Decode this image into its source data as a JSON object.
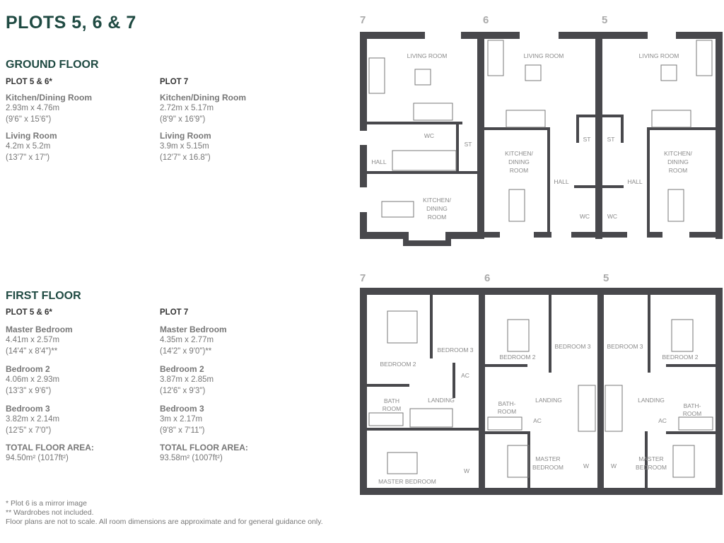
{
  "title": "PLOTS 5, 6 & 7",
  "ground_floor": {
    "heading": "GROUND FLOOR",
    "plots": [
      {
        "name": "PLOT 5 & 6*",
        "rooms": [
          {
            "name": "Kitchen/Dining Room",
            "metric": "2.93m x 4.76m",
            "imperial": "(9'6\" x 15'6\")"
          },
          {
            "name": "Living Room",
            "metric": "4.2m x 5.2m",
            "imperial": "(13'7\" x 17\")"
          }
        ]
      },
      {
        "name": "PLOT 7",
        "rooms": [
          {
            "name": "Kitchen/Dining Room",
            "metric": "2.72m x 5.17m",
            "imperial": "(8'9\" x 16'9\")"
          },
          {
            "name": "Living Room",
            "metric": "3.9m x 5.15m",
            "imperial": "(12'7\" x 16.8\")"
          }
        ]
      }
    ]
  },
  "first_floor": {
    "heading": "FIRST FLOOR",
    "plots": [
      {
        "name": "PLOT 5 & 6*",
        "rooms": [
          {
            "name": "Master Bedroom",
            "metric": "4.41m x 2.57m",
            "imperial": "(14'4\" x 8'4\")**"
          },
          {
            "name": "Bedroom 2",
            "metric": "4.06m x 2.93m",
            "imperial": "(13'3\" x 9'6\")"
          },
          {
            "name": "Bedroom 3",
            "metric": "3.82m x 2.14m",
            "imperial": "(12'5\" x 7'0\")"
          }
        ],
        "total_label": "TOTAL FLOOR AREA:",
        "total_value": "94.50m² (1017ft²)"
      },
      {
        "name": "PLOT 7",
        "rooms": [
          {
            "name": "Master Bedroom",
            "metric": "4.35m x 2.77m",
            "imperial": "(14'2\" x 9'0\")**"
          },
          {
            "name": "Bedroom 2",
            "metric": "3.87m x 2.85m",
            "imperial": "(12'6\" x 9'3\")"
          },
          {
            "name": "Bedroom 3",
            "metric": "3m x 2.17m",
            "imperial": "(9'8\" x 7'11\")"
          }
        ],
        "total_label": "TOTAL FLOOR AREA:",
        "total_value": "93.58m² (1007ft²)"
      }
    ]
  },
  "footnotes": [
    "* Plot 6 is a mirror image",
    "** Wardrobes not included.",
    "Floor plans are not to scale. All room dimensions are approximate and for general guidance only."
  ],
  "plan_labels": {
    "plot_numbers": [
      "7",
      "6",
      "5"
    ],
    "living_room": "LIVING ROOM",
    "wc": "WC",
    "st": "ST",
    "hall": "HALL",
    "kitchen_1": "KITCHEN/",
    "kitchen_2": "DINING",
    "kitchen_3": "ROOM",
    "bedroom_2": "BEDROOM 2",
    "bedroom_3": "BEDROOM 3",
    "ac": "AC",
    "bath_1": "BATH",
    "bath_2": "ROOM",
    "bath_alt_1": "BATH-",
    "landing": "LANDING",
    "master_1": "MASTER",
    "master_2": "BEDROOM",
    "master_full": "MASTER BEDROOM",
    "w": "W"
  },
  "colors": {
    "heading": "#1f4a42",
    "wall": "#48484c",
    "text": "#777777"
  }
}
